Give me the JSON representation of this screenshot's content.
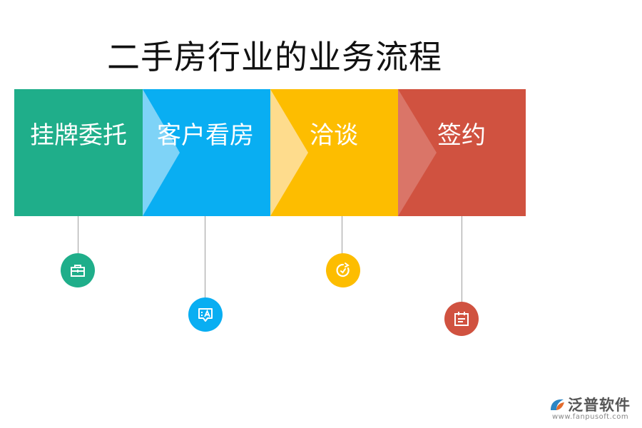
{
  "title": "二手房行业的业务流程",
  "steps": [
    {
      "label": "挂牌委托",
      "color": "#1fae8a",
      "icon": "briefcase-icon"
    },
    {
      "label": "客户看房",
      "color": "#09aef2",
      "icon": "chat-bubble-icon"
    },
    {
      "label": "洽谈",
      "color": "#fdbd00",
      "icon": "refresh-icon"
    },
    {
      "label": "签约",
      "color": "#d05240",
      "icon": "calendar-icon"
    }
  ],
  "logo": {
    "name": "泛普软件",
    "url": "www.fanpusoft.com"
  }
}
